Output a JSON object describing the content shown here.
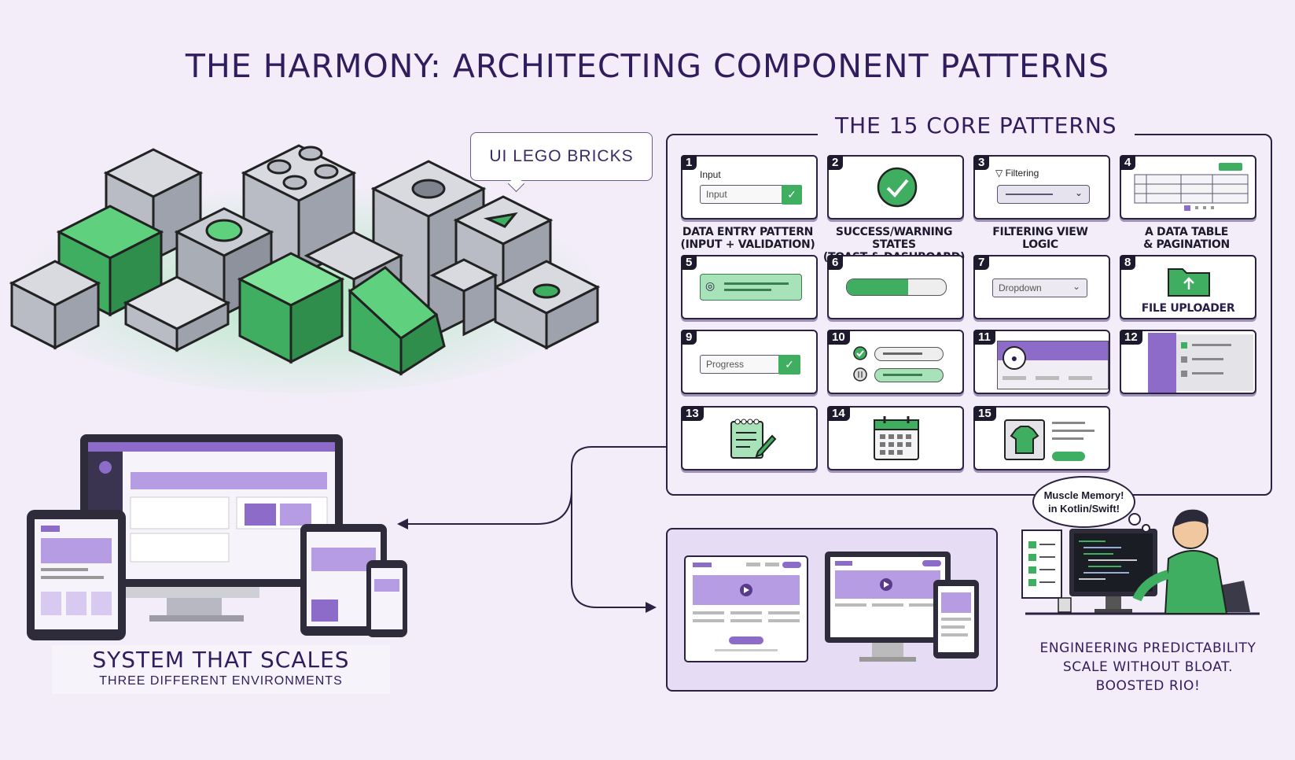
{
  "title": "THE HARMONY: ARCHITECTING COMPONENT PATTERNS",
  "bubble_label": "UI LEGO BRICKS",
  "patterns_title": "THE 15 CORE PATTERNS",
  "patterns": [
    {
      "num": "1",
      "caption_line1": "DATA ENTRY PATTERN",
      "caption_line2": "(INPUT + VALIDATION)",
      "label": "Input",
      "input_text": "Input"
    },
    {
      "num": "2",
      "caption_line1": "SUCCESS/WARNING STATES",
      "caption_line2": "(TOAST & DASHBOARD)"
    },
    {
      "num": "3",
      "caption_line1": "FILTERING VIEW",
      "caption_line2": "LOGIC",
      "label": "Filtering"
    },
    {
      "num": "4",
      "caption_line1": "A DATA TABLE",
      "caption_line2": "& PAGINATION"
    },
    {
      "num": "5"
    },
    {
      "num": "6"
    },
    {
      "num": "7",
      "dropdown_text": "Dropdown"
    },
    {
      "num": "8",
      "caption_line1": "FILE UPLOADER"
    },
    {
      "num": "9",
      "input_text": "Progress"
    },
    {
      "num": "10"
    },
    {
      "num": "11"
    },
    {
      "num": "12"
    },
    {
      "num": "13"
    },
    {
      "num": "14"
    },
    {
      "num": "15"
    }
  ],
  "scales_title": "SYSTEM THAT SCALES",
  "scales_subtitle": "THREE DIFFERENT ENVIRONMENTS",
  "thought_line1": "Muscle Memory!",
  "thought_line2": "in Kotlin/Swift!",
  "engineering_line1": "ENGINEERING PREDICTABILITY",
  "engineering_line2": "SCALE WITHOUT BLOAT.",
  "engineering_line3": "BOOSTED RIO!",
  "colors": {
    "accent_green": "#3fae60",
    "accent_purple": "#8d6bc8",
    "ink": "#2a2240",
    "background": "#f3edf9"
  }
}
